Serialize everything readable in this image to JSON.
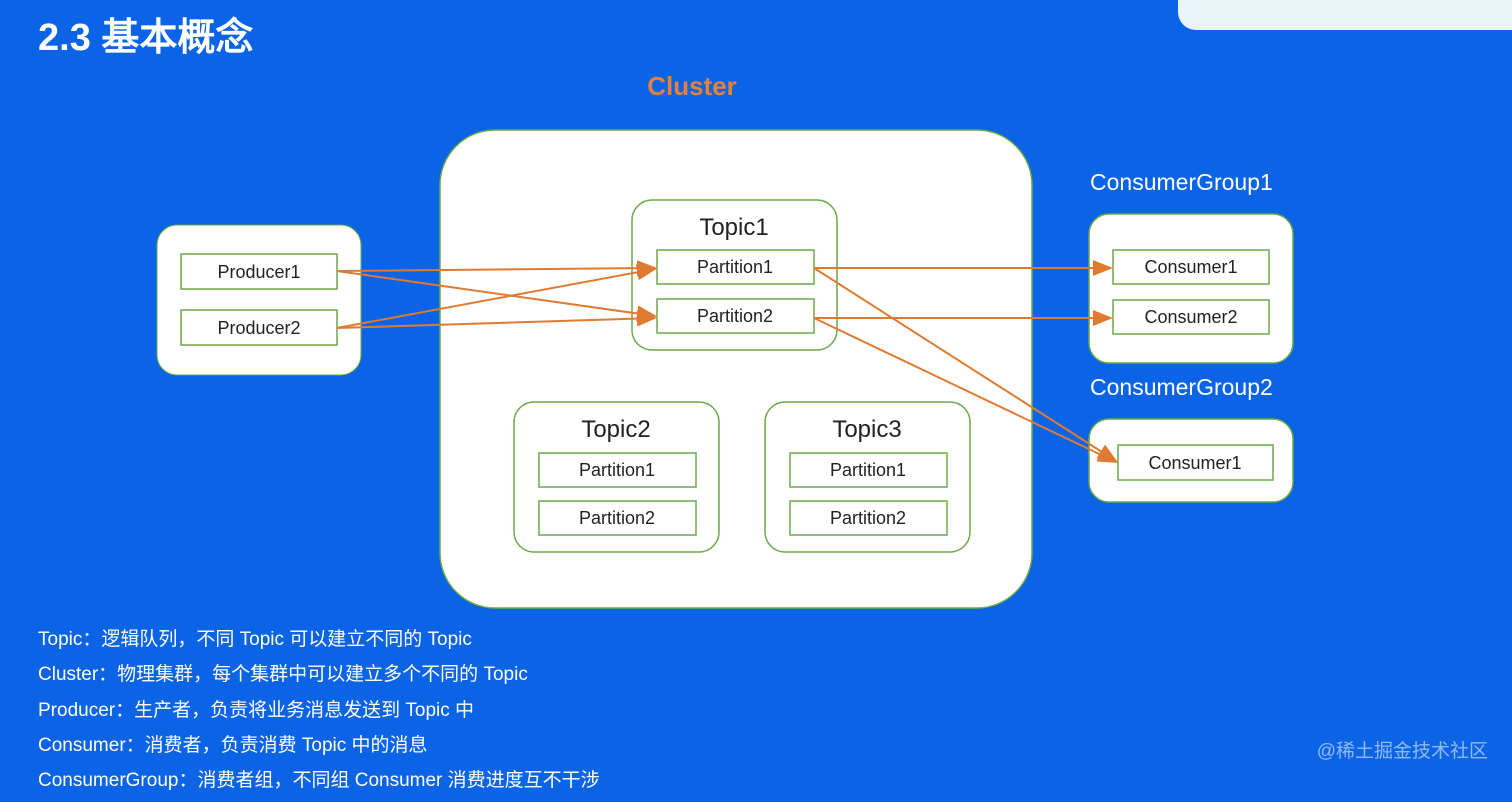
{
  "slide": {
    "title": "2.3 基本概念"
  },
  "diagram": {
    "cluster_label": "Cluster",
    "producers": [
      "Producer1",
      "Producer2"
    ],
    "topics": [
      {
        "name": "Topic1",
        "partitions": [
          "Partition1",
          "Partition2"
        ]
      },
      {
        "name": "Topic2",
        "partitions": [
          "Partition1",
          "Partition2"
        ]
      },
      {
        "name": "Topic3",
        "partitions": [
          "Partition1",
          "Partition2"
        ]
      }
    ],
    "consumer_groups": [
      {
        "name": "ConsumerGroup1",
        "consumers": [
          "Consumer1",
          "Consumer2"
        ]
      },
      {
        "name": "ConsumerGroup2",
        "consumers": [
          "Consumer1"
        ]
      }
    ],
    "colors": {
      "background": "#0b63e5",
      "accent": "#e8803a",
      "box_border": "#6aaa4a",
      "arrow": "#e07a30"
    }
  },
  "definitions": [
    "Topic：逻辑队列，不同 Topic 可以建立不同的 Topic",
    "Cluster：物理集群，每个集群中可以建立多个不同的 Topic",
    "Producer：生产者，负责将业务消息发送到 Topic 中",
    "Consumer：消费者，负责消费 Topic 中的消息",
    "ConsumerGroup：消费者组，不同组 Consumer 消费进度互不干涉"
  ],
  "watermark": "@稀土掘金技术社区"
}
